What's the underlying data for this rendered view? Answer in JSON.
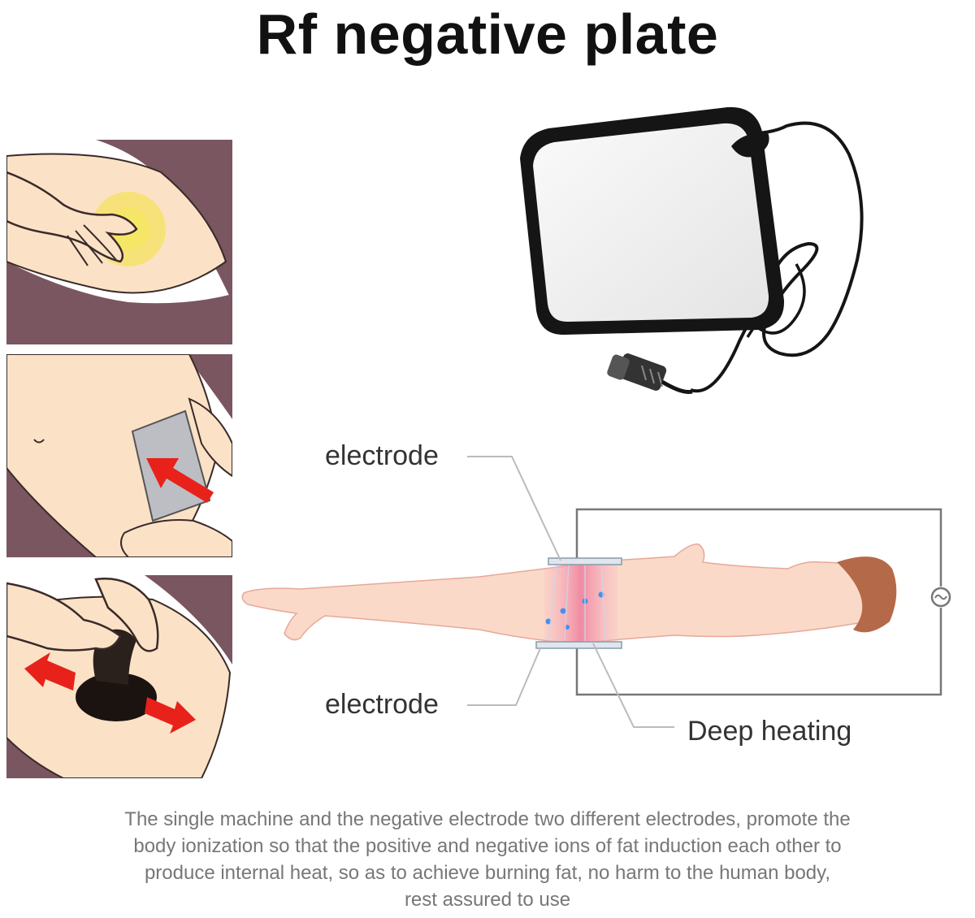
{
  "title": "Rf negative plate",
  "diagram": {
    "labels": {
      "electrode_top": "electrode",
      "electrode_bottom": "electrode",
      "deep_heating": "Deep heating"
    }
  },
  "caption": {
    "lines": [
      "The single machine and the negative electrode two different electrodes, promote the",
      "body ionization so that the positive and negative ions of fat induction each other to",
      "produce internal heat, so as to achieve burning fat, no harm to the human body,",
      "rest assured to use"
    ]
  },
  "colors": {
    "skin": "#fbe2c6",
    "cloth": "#7a5660",
    "glow": "#f2e23a",
    "arrow": "#e8211b",
    "plate": "#111111",
    "heat": "#f08aa2"
  },
  "icons": [
    "hand-icon",
    "arrow-icon",
    "ac-source-icon",
    "connector-icon"
  ]
}
